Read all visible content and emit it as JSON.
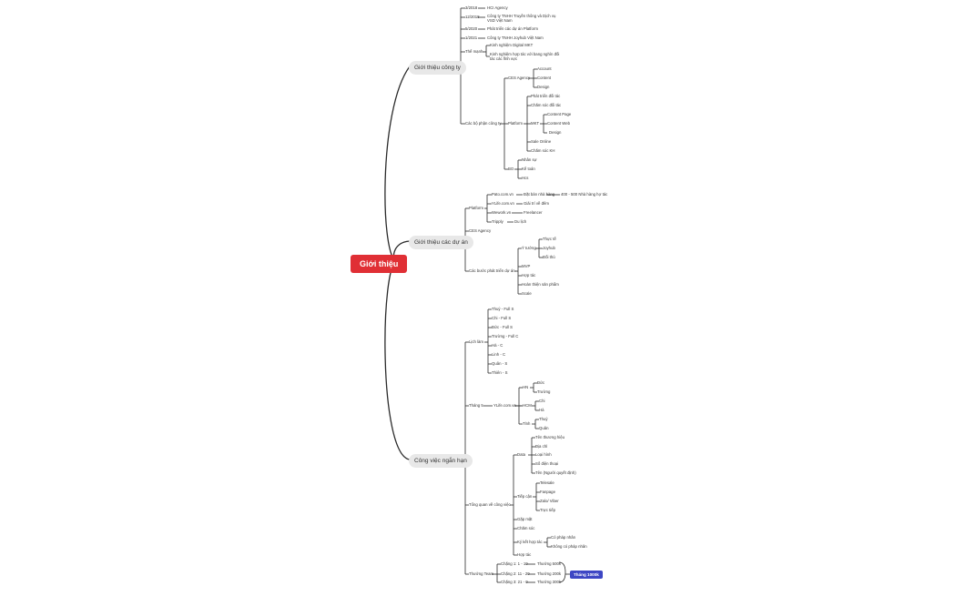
{
  "root": "Giới thiệu",
  "colors": {
    "root_bg": "#e02f35",
    "branch_bg": "#e8e8e8",
    "tag_bg": "#3d46c4",
    "line": "#2b2b2b"
  },
  "companyIntro": {
    "title": "Giới thiệu công ty",
    "timeline": [
      {
        "date": "3/2018",
        "text": "HCI Agency"
      },
      {
        "date": "12/2018",
        "text": "Công ty TNHH Truyền thông và Dịch vụ VSD Việt Nam"
      },
      {
        "date": "5/2020",
        "text": "Phát triển các dự án Platform"
      },
      {
        "date": "1/2021",
        "text": "Công ty TNHH Joyhub Việt Nam"
      }
    ],
    "strengths": {
      "label": "Thế mạnh",
      "items": [
        "Kinh nghiệm Digital MKT",
        "Kinh nghiệm hợp tác với bang nghìn đối tác các lĩnh vực"
      ]
    },
    "departments": {
      "label": "Các bộ phận công ty",
      "agency": {
        "label": "CES Agency",
        "items": [
          "Account",
          "Content",
          "Design"
        ]
      },
      "platform": {
        "label": "Platform",
        "items": [
          "Phát triển đối tác",
          "Chăm sóc đối tác"
        ],
        "mkt": {
          "label": "MKT",
          "items": [
            "Content Page",
            "Content Web",
            "Design"
          ]
        },
        "items2": [
          "Sale Online",
          "Chăm sóc KH"
        ]
      },
      "bo": {
        "label": "BO",
        "items": [
          "Nhân sự",
          "Kế toán",
          "Hcs"
        ]
      }
    }
  },
  "projectIntro": {
    "title": "Giới thiệu các dự án",
    "platform": {
      "label": "Platform",
      "items": [
        {
          "name": "Pato.com.vn",
          "desc": "Đặt bàn nhà hàng",
          "extra": "400 - 500 Nhà hàng hợ tác"
        },
        {
          "name": "YLife.com.vn",
          "desc": "Giải trí về đêm"
        },
        {
          "name": "Wework.vn",
          "desc": "Freelancer"
        },
        {
          "name": "Tripply",
          "desc": "Du lịch"
        }
      ]
    },
    "agency": "CES Agency",
    "process": {
      "label": "Các bước phát triển dự án",
      "idea": {
        "label": "Ý tưởng",
        "items": [
          "Thực tế",
          "Joyhub",
          "Đối thủ"
        ]
      },
      "steps": [
        "MVP",
        "Hợp tác",
        "Hoàn thiện sản phẩm",
        "Scale"
      ]
    }
  },
  "shortTerm": {
    "title": "Công việc ngắn hạn",
    "schedule": {
      "label": "Lịch làm",
      "items": [
        "Thuý - Full S",
        "Chi - Full S",
        "Đức - Full S",
        "Trường - Full C",
        "Hà - C",
        "Linh - C",
        "Quân - S",
        "Thiên - S"
      ]
    },
    "month": {
      "label": "Tháng 5",
      "site": "YLife.com.vn",
      "cities": [
        {
          "name": "HN",
          "people": [
            "Đức",
            "Trường"
          ]
        },
        {
          "name": "HCM",
          "people": [
            "Chi",
            "Hà"
          ]
        },
        {
          "name": "Tỉnh",
          "people": [
            "Thuý",
            "Quân"
          ]
        }
      ]
    },
    "overview": {
      "label": "Tổng quan về công việc",
      "data": {
        "label": "Data",
        "items": [
          "Tên thương hiệu",
          "Địa chỉ",
          "Loại hình",
          "Số điện thoại",
          "Tên (Người quyết định)"
        ]
      },
      "approach": {
        "label": "Tiếp cận",
        "items": [
          "Telesale",
          "Fanpage",
          "Zalo/ Viber",
          "Trực tiếp"
        ]
      },
      "items": [
        "Gặp mặt",
        "Chăm sóc"
      ],
      "contract": {
        "label": "Ký kết hợp tác",
        "items": [
          "Có pháp nhân",
          "Không có pháp nhân"
        ]
      },
      "last": "Hợp tác"
    },
    "bonus": {
      "label": "Thưởng Team",
      "items": [
        {
          "level": "Chặng 1: 1 - 10",
          "reward": "Thưởng 500k"
        },
        {
          "level": "Chặng 2: 11 - 20",
          "reward": "Thưởng 200k"
        },
        {
          "level": "Chặng 3: 21 - 0",
          "reward": "Thưởng 300k"
        }
      ],
      "total": "Tháng 1000k"
    }
  }
}
